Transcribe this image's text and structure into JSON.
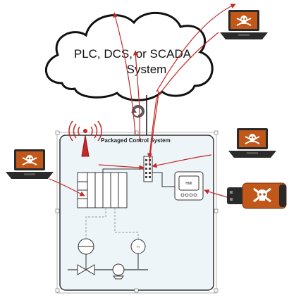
{
  "cloud": {
    "label_line1": "PLC, DCS, or SCADA",
    "label_line2": "System"
  },
  "control_box": {
    "title": "Packaged Control System"
  },
  "hmi": {
    "label": "HMI"
  },
  "gauge": {
    "label": "PI"
  },
  "colors": {
    "attack": "#c62828",
    "laptop_screen": "#c1581a",
    "box_fill": "#eef5f8",
    "usb_body": "#c1581a"
  },
  "icons": [
    "cloud-icon",
    "radio-tower-icon",
    "laptop-skull-icon",
    "usb-skull-icon",
    "rack-icon",
    "network-switch-icon",
    "hmi-panel-icon",
    "pressure-gauge-icon",
    "valve-icon",
    "pump-icon",
    "sync-icon"
  ]
}
